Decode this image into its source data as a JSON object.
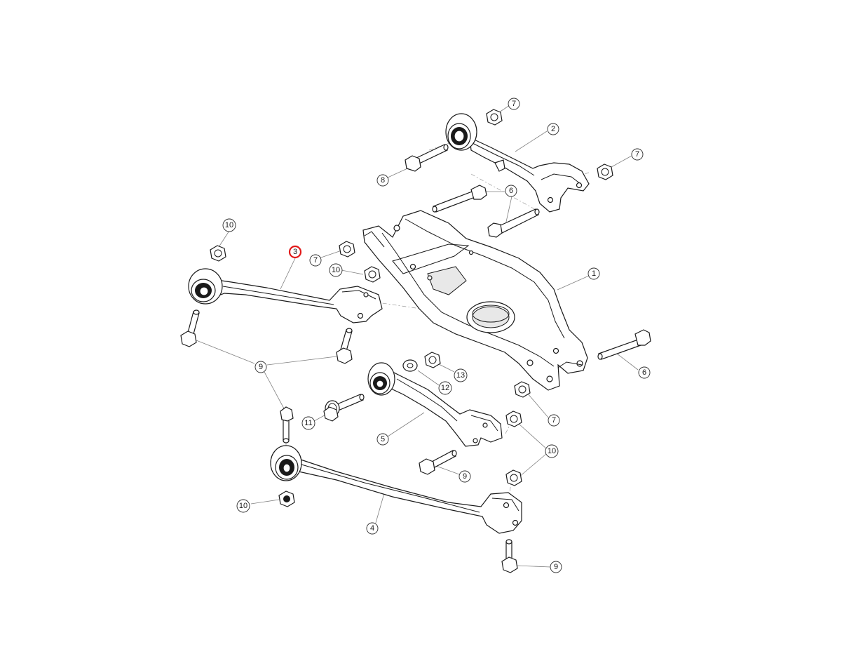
{
  "diagram": {
    "highlight_color": "#e21a1a",
    "line_color": "#1a1a1a",
    "leader_color": "#808080",
    "highlighted_callout": "3",
    "callouts": {
      "c1": "1",
      "c2": "2",
      "c3": "3",
      "c4": "4",
      "c5": "5",
      "c6a": "6",
      "c6b": "6",
      "c7a": "7",
      "c7b": "7",
      "c7c": "7",
      "c7d": "7",
      "c8": "8",
      "c9a": "9",
      "c9b": "9",
      "c9c": "9",
      "c10a": "10",
      "c10b": "10",
      "c10c": "10",
      "c10d": "10",
      "c11": "11",
      "c12": "12",
      "c13": "13"
    }
  }
}
